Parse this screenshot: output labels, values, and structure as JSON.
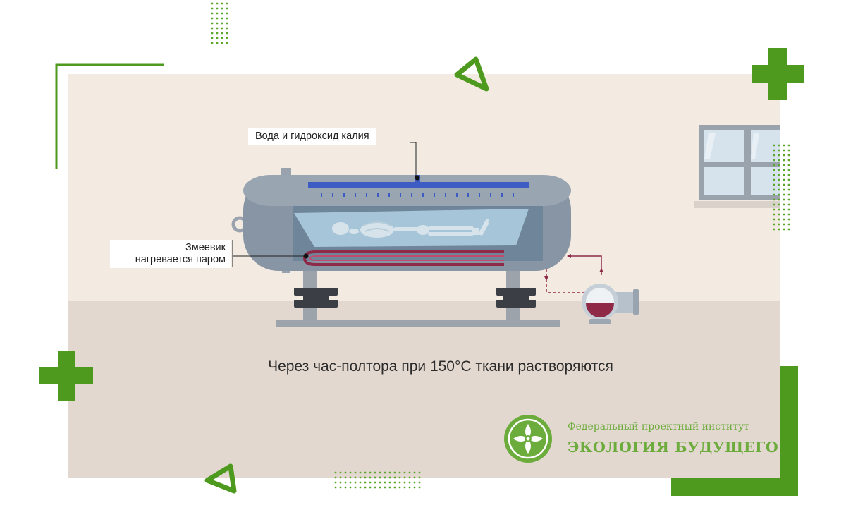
{
  "labels": {
    "water": "Вода и гидроксид калия",
    "coil_line1": "Змеевик",
    "coil_line2": "нагревается паром"
  },
  "caption": "Через час-полтора при 150°С ткани растворяются",
  "logo": {
    "line1": "Федеральный проектный институт",
    "line2": "ЭКОЛОГИЯ БУДУЩЕГО"
  },
  "colors": {
    "green_accent": "#4e9a1e",
    "tank_body": "#8a97a6",
    "tank_inner": "#6e8499",
    "solution_pipe": "#3d5cc4",
    "coil": "#8e2a47",
    "background_wall": "#f3ebe2",
    "background_floor": "#e3d8cf"
  }
}
